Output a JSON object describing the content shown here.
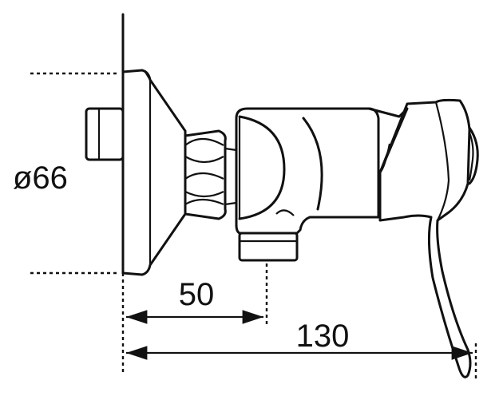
{
  "dimensions": {
    "diameter_label": "ø66",
    "depth_label": "50",
    "length_label": "130"
  }
}
